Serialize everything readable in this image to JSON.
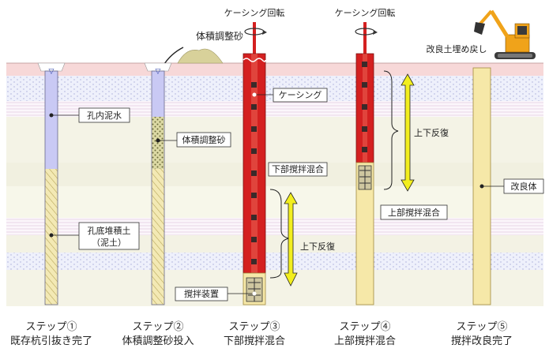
{
  "labels": {
    "casing_rotation": "ケーシング回転",
    "sand_pile": "体積調整砂",
    "backfill": "改良土埋め戻し",
    "borehole_water": "孔内泥水",
    "sediment_line1": "孔底堆積土",
    "sediment_line2": "（泥土）",
    "sand_fill": "体積調整砂",
    "casing": "ケーシング",
    "lower_mix": "下部撹拌混合",
    "stir_device": "撹拌装置",
    "updown_3": "上下反復",
    "updown_4": "上下反復",
    "upper_mix": "上部撹拌混合",
    "improved_body": "改良体"
  },
  "steps": [
    {
      "step": "ステップ①",
      "name": "既存杭引抜き完了"
    },
    {
      "step": "ステップ②",
      "name": "体積調整砂投入"
    },
    {
      "step": "ステップ③",
      "name": "下部撹拌混合"
    },
    {
      "step": "ステップ④",
      "name": "上部撹拌混合"
    },
    {
      "step": "ステップ⑤",
      "name": "撹拌改良完了"
    }
  ],
  "colors": {
    "casing": "#d42020",
    "water": "#c9c9f4",
    "soil_fill": "#f6e8a8",
    "arrow": "#f2ee1e",
    "surface": "#f6d9d9"
  }
}
